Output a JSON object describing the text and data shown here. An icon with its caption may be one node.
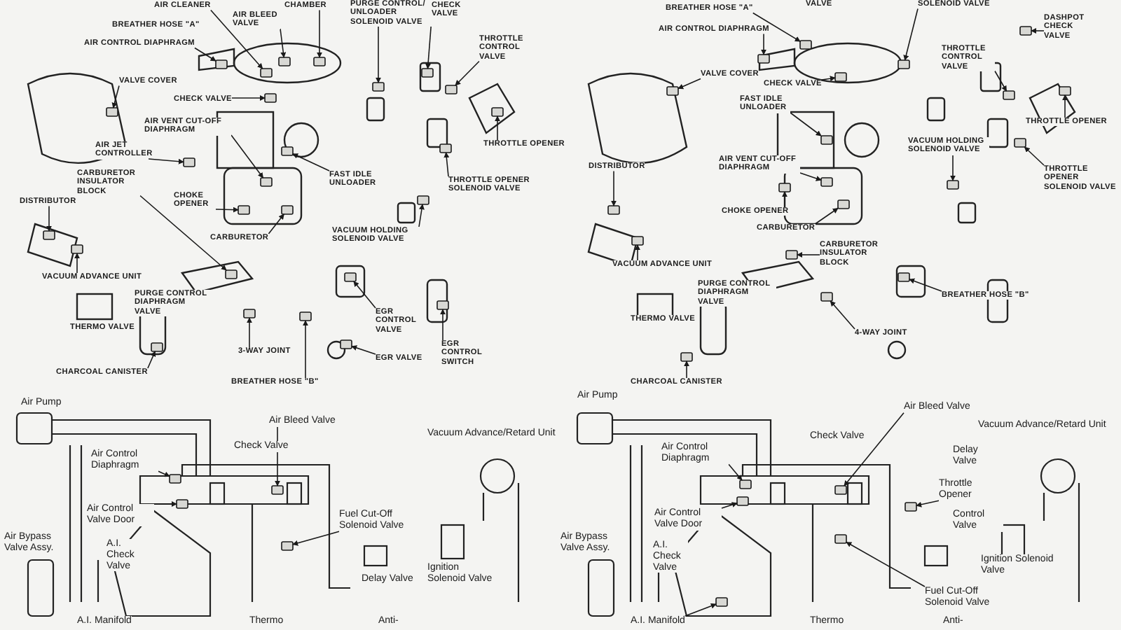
{
  "diagram": {
    "nodes": [
      {
        "text": [
          "AIR CLEANER"
        ]
      },
      {
        "text": [
          "AIR BLEED VALVE"
        ]
      },
      {
        "text": [
          "CHAMBER"
        ]
      },
      {
        "text": [
          "PURGE CONTROL/ UNLOADER SOLENOID VALVE"
        ]
      },
      {
        "text": [
          "CHECK VALVE"
        ]
      },
      {
        "text": [
          "BREATHER HOSE \"A\""
        ]
      },
      {
        "text": [
          "AIR CONTROL DIAPHRAGM"
        ]
      },
      {
        "text": [
          "THROTTLE CONTROL VALVE"
        ]
      },
      {
        "text": [
          "VALVE COVER"
        ]
      },
      {
        "text": [
          "CHECK VALVE"
        ]
      },
      {
        "text": [
          "THROTTLE OPENER"
        ]
      },
      {
        "text": [
          "AIR VENT CUT-OFF DIAPHRAGM"
        ]
      },
      {
        "text": [
          "AIR JET CONTROLLER"
        ]
      },
      {
        "text": [
          "CARBURETOR INSULATOR BLOCK"
        ]
      },
      {
        "text": [
          "FAST IDLE UNLOADER"
        ]
      },
      {
        "text": [
          "THROTTLE OPENER SOLENOID VALVE"
        ]
      },
      {
        "text": [
          "CHOKE OPENER"
        ]
      },
      {
        "text": [
          "DISTRIBUTOR"
        ]
      },
      {
        "text": [
          "CARBURETOR"
        ]
      },
      {
        "text": [
          "VACUUM HOLDING SOLENOID VALVE"
        ]
      },
      {
        "text": [
          "VACUUM ADVANCE UNIT"
        ]
      },
      {
        "text": [
          "PURGE CONTROL DIAPHRAGM VALVE"
        ]
      },
      {
        "text": [
          "EGR CONTROL VALVE"
        ]
      },
      {
        "text": [
          "THERMO VALVE"
        ]
      },
      {
        "text": [
          "3-WAY JOINT"
        ]
      },
      {
        "text": [
          "EGR VALVE"
        ]
      },
      {
        "text": [
          "EGR CONTROL SWITCH"
        ]
      },
      {
        "text": [
          "CHARCOAL CANISTER"
        ]
      },
      {
        "text": [
          "BREATHER HOSE \"B\""
        ]
      },
      {
        "text": [
          "VALVE"
        ]
      },
      {
        "text": [
          "SOLENOID VALVE"
        ]
      },
      {
        "text": [
          "BREATHER HOSE \"A\""
        ]
      },
      {
        "text": [
          "AIR CONTROL DIAPHRAGM"
        ]
      },
      {
        "text": [
          "DASHPOT CHECK VALVE"
        ]
      },
      {
        "text": [
          "THROTTLE CONTROL VALVE"
        ]
      },
      {
        "text": [
          "VALVE COVER"
        ]
      },
      {
        "text": [
          "CHECK VALVE"
        ]
      },
      {
        "text": [
          "FAST IDLE UNLOADER"
        ]
      },
      {
        "text": [
          "THROTTLE OPENER"
        ]
      },
      {
        "text": [
          "VACUUM HOLDING SOLENOID VALVE"
        ]
      },
      {
        "text": [
          "THROTTLE OPENER SOLENOID VALVE"
        ]
      },
      {
        "text": [
          "DISTRIBUTOR"
        ]
      },
      {
        "text": [
          "AIR VENT CUT-OFF DIAPHRAGM"
        ]
      },
      {
        "text": [
          "CHOKE OPENER"
        ]
      },
      {
        "text": [
          "CARBURETOR"
        ]
      },
      {
        "text": [
          "CARBURETOR INSULATOR BLOCK"
        ]
      },
      {
        "text": [
          "VACUUM ADVANCE UNIT"
        ]
      },
      {
        "text": [
          "PURGE CONTROL DIAPHRAGM VALVE"
        ]
      },
      {
        "text": [
          "BREATHER HOSE \"B\""
        ]
      },
      {
        "text": [
          "THERMO VALVE"
        ]
      },
      {
        "text": [
          "4-WAY JOINT"
        ]
      },
      {
        "text": [
          "CHARCOAL CANISTER"
        ]
      },
      {
        "text": [
          "Air Pump"
        ]
      },
      {
        "text": [
          "Air Bleed Valve"
        ]
      },
      {
        "text": [
          "Check Valve"
        ]
      },
      {
        "text": [
          "Vacuum Advance/Retard Unit"
        ]
      },
      {
        "text": [
          "Air Control Diaphragm"
        ]
      },
      {
        "text": [
          "Air Control Valve Door"
        ]
      },
      {
        "text": [
          "Fuel Cut-Off Solenoid Valve"
        ]
      },
      {
        "text": [
          "Air Bypass Valve Assy."
        ]
      },
      {
        "text": [
          "A.I. Check Valve"
        ]
      },
      {
        "text": [
          "Delay Valve"
        ]
      },
      {
        "text": [
          "Ignition Solenoid Valve"
        ]
      },
      {
        "text": [
          "Air Pump"
        ]
      },
      {
        "text": [
          "Air Bleed Valve"
        ]
      },
      {
        "text": [
          "Vacuum Advance/Retard Unit"
        ]
      },
      {
        "text": [
          "Check Valve"
        ]
      },
      {
        "text": [
          "Delay Valve"
        ]
      },
      {
        "text": [
          "Air Control Diaphragm"
        ]
      },
      {
        "text": [
          "Throttle Opener"
        ]
      },
      {
        "text": [
          "Air Control Valve Door"
        ]
      },
      {
        "text": [
          "Control Valve"
        ]
      },
      {
        "text": [
          "Air Bypass Valve Assy."
        ]
      },
      {
        "text": [
          "A.I. Check Valve"
        ]
      },
      {
        "text": [
          "Ignition Solenoid Valve"
        ]
      },
      {
        "text": [
          "Fuel Cut-Off Solenoid Valve"
        ]
      },
      {
        "text": [
          "A.I. Manifold"
        ]
      },
      {
        "text": [
          "Thermo"
        ]
      },
      {
        "text": [
          "Anti-"
        ]
      },
      {
        "text": [
          "A.I. Manifold"
        ]
      },
      {
        "text": [
          "Thermo"
        ]
      },
      {
        "text": [
          "Anti-"
        ]
      },
      {
        "text": [],
        "shape": "box"
      },
      {
        "text": [],
        "shape": "box"
      },
      {
        "text": [],
        "shape": "box"
      },
      {
        "text": [],
        "shape": "box"
      },
      {
        "text": [],
        "shape": "box"
      },
      {
        "text": [],
        "shape": "box"
      },
      {
        "text": [],
        "shape": "box"
      },
      {
        "text": [],
        "shape": "box"
      },
      {
        "text": [],
        "shape": "box"
      },
      {
        "text": [],
        "shape": "box"
      },
      {
        "text": [],
        "shape": "box"
      },
      {
        "text": [],
        "shape": "box"
      },
      {
        "text": [],
        "shape": "box"
      },
      {
        "text": [],
        "shape": "box"
      },
      {
        "text": [],
        "shape": "box"
      },
      {
        "text": [],
        "shape": "box"
      },
      {
        "text": [],
        "shape": "box"
      },
      {
        "text": [],
        "shape": "box"
      },
      {
        "text": [],
        "shape": "box"
      },
      {
        "text": [],
        "shape": "box"
      },
      {
        "text": [],
        "shape": "box"
      },
      {
        "text": [],
        "shape": "box"
      },
      {
        "text": [],
        "shape": "box"
      },
      {
        "text": [],
        "shape": "box"
      },
      {
        "text": [],
        "shape": "box"
      },
      {
        "text": [],
        "shape": "box"
      },
      {
        "text": [],
        "shape": "box"
      },
      {
        "text": [],
        "shape": "box"
      },
      {
        "text": [],
        "shape": "box"
      },
      {
        "text": [],
        "shape": "box"
      },
      {
        "text": [],
        "shape": "box"
      },
      {
        "text": [],
        "shape": "box"
      },
      {
        "text": [],
        "shape": "box"
      },
      {
        "text": [],
        "shape": "box"
      },
      {
        "text": [],
        "shape": "box"
      },
      {
        "text": [],
        "shape": "box"
      },
      {
        "text": [],
        "shape": "box"
      },
      {
        "text": [],
        "shape": "box"
      },
      {
        "text": [],
        "shape": "box"
      },
      {
        "text": [],
        "shape": "box"
      },
      {
        "text": [],
        "shape": "box"
      },
      {
        "text": [],
        "shape": "box"
      },
      {
        "text": [],
        "shape": "box"
      },
      {
        "text": [],
        "shape": "box"
      },
      {
        "text": [],
        "shape": "box"
      },
      {
        "text": [],
        "shape": "box"
      },
      {
        "text": [],
        "shape": "box"
      },
      {
        "text": [],
        "shape": "box"
      },
      {
        "text": [],
        "shape": "box"
      },
      {
        "text": [],
        "shape": "box"
      },
      {
        "text": [],
        "shape": "box"
      },
      {
        "text": [],
        "shape": "box"
      },
      {
        "text": [],
        "shape": "box"
      },
      {
        "text": [],
        "shape": "box"
      },
      {
        "text": [],
        "shape": "box"
      },
      {
        "text": [],
        "shape": "box"
      }
    ],
    "edges": [
      {
        "from": 0,
        "to": 82,
        "arrow": "to"
      },
      {
        "from": 1,
        "to": 83,
        "arrow": "to"
      },
      {
        "from": 2,
        "to": 84,
        "arrow": "to"
      },
      {
        "from": 3,
        "to": 85,
        "arrow": "to"
      },
      {
        "from": 4,
        "to": 86,
        "arrow": "to"
      },
      {
        "from": 6,
        "to": 87,
        "arrow": "to"
      },
      {
        "from": 7,
        "to": 88,
        "arrow": "to"
      },
      {
        "from": 8,
        "to": 89,
        "arrow": "to"
      },
      {
        "from": 9,
        "to": 90,
        "arrow": "to"
      },
      {
        "from": 10,
        "to": 91,
        "arrow": "to"
      },
      {
        "from": 11,
        "to": 92,
        "arrow": "to"
      },
      {
        "from": 12,
        "to": 93,
        "arrow": "to"
      },
      {
        "from": 13,
        "to": 94,
        "arrow": "to"
      },
      {
        "from": 14,
        "to": 95,
        "arrow": "to"
      },
      {
        "from": 15,
        "to": 96,
        "arrow": "to"
      },
      {
        "from": 16,
        "to": 97,
        "arrow": "to"
      },
      {
        "from": 17,
        "to": 98,
        "arrow": "to"
      },
      {
        "from": 18,
        "to": 99,
        "arrow": "to"
      },
      {
        "from": 19,
        "to": 100,
        "arrow": "to"
      },
      {
        "from": 20,
        "to": 101,
        "arrow": "to"
      },
      {
        "from": 22,
        "to": 102,
        "arrow": "to"
      },
      {
        "from": 24,
        "to": 103,
        "arrow": "to"
      },
      {
        "from": 25,
        "to": 104,
        "arrow": "to"
      },
      {
        "from": 26,
        "to": 105,
        "arrow": "to"
      },
      {
        "from": 27,
        "to": 106,
        "arrow": "to"
      },
      {
        "from": 28,
        "to": 107,
        "arrow": "to"
      },
      {
        "from": 30,
        "to": 108,
        "arrow": "to"
      },
      {
        "from": 31,
        "to": 109,
        "arrow": "to"
      },
      {
        "from": 32,
        "to": 110,
        "arrow": "to"
      },
      {
        "from": 33,
        "to": 111,
        "arrow": "to"
      },
      {
        "from": 34,
        "to": 112,
        "arrow": "to"
      },
      {
        "from": 35,
        "to": 113,
        "arrow": "to"
      },
      {
        "from": 36,
        "to": 114,
        "arrow": "to"
      },
      {
        "from": 37,
        "to": 115,
        "arrow": "to"
      },
      {
        "from": 38,
        "to": 116,
        "arrow": "to"
      },
      {
        "from": 39,
        "to": 117,
        "arrow": "to"
      },
      {
        "from": 40,
        "to": 118,
        "arrow": "to"
      },
      {
        "from": 41,
        "to": 119,
        "arrow": "to"
      },
      {
        "from": 42,
        "to": 120,
        "arrow": "to"
      },
      {
        "from": 43,
        "to": 121,
        "arrow": "to"
      },
      {
        "from": 44,
        "to": 122,
        "arrow": "to"
      },
      {
        "from": 45,
        "to": 123,
        "arrow": "to"
      },
      {
        "from": 46,
        "to": 124,
        "arrow": "to"
      },
      {
        "from": 48,
        "to": 125,
        "arrow": "to"
      },
      {
        "from": 50,
        "to": 126,
        "arrow": "to"
      },
      {
        "from": 51,
        "to": 127,
        "arrow": "to"
      },
      {
        "from": 53,
        "to": 128,
        "arrow": "to"
      },
      {
        "from": 56,
        "to": 129,
        "arrow": "to"
      },
      {
        "from": 57,
        "to": 130,
        "arrow": "to"
      },
      {
        "from": 58,
        "to": 131,
        "arrow": "to"
      },
      {
        "from": 64,
        "to": 132,
        "arrow": "to"
      },
      {
        "from": 68,
        "to": 133,
        "arrow": "to"
      },
      {
        "from": 69,
        "to": 134,
        "arrow": "to"
      },
      {
        "from": 70,
        "to": 135,
        "arrow": "to"
      },
      {
        "from": 75,
        "to": 136,
        "arrow": "to"
      },
      {
        "from": 76,
        "to": 137,
        "arrow": "to"
      }
    ]
  }
}
